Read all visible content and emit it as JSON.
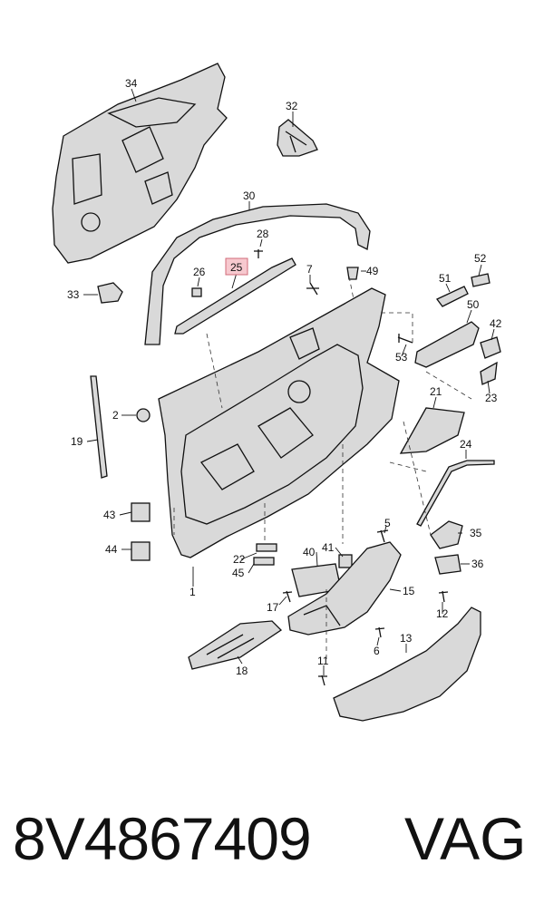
{
  "callouts": [
    "34",
    "32",
    "30",
    "28",
    "26",
    "25",
    "7",
    "49",
    "52",
    "51",
    "50",
    "42",
    "53",
    "23",
    "33",
    "2",
    "19",
    "21",
    "24",
    "43",
    "44",
    "22",
    "45",
    "40",
    "41",
    "5",
    "35",
    "36",
    "15",
    "17",
    "1",
    "12",
    "6",
    "18",
    "13",
    "11"
  ],
  "highlighted_callout": "25",
  "part_number": "8V4867409",
  "brand": "VAG"
}
